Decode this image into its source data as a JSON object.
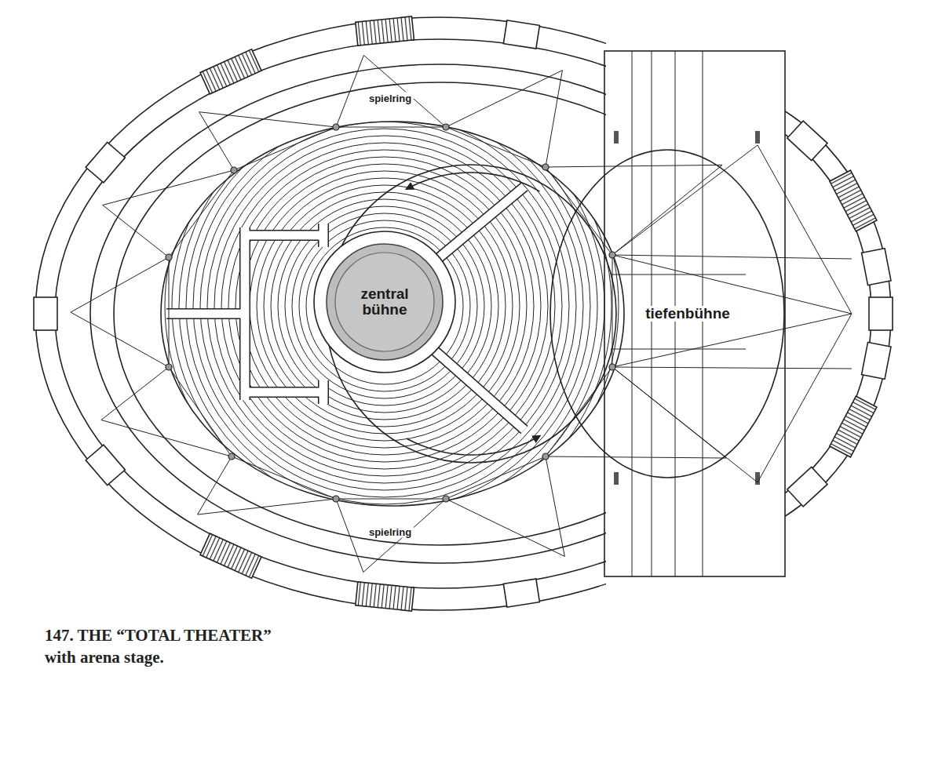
{
  "diagram": {
    "caption": "147. THE “TOTAL THEATER” with arena stage.",
    "nodes": [
      {
        "text": [
          "zentral bühne"
        ]
      },
      {
        "text": [
          "tiefenbühne"
        ]
      }
    ],
    "labels": [
      "spielring",
      "spielring"
    ]
  }
}
